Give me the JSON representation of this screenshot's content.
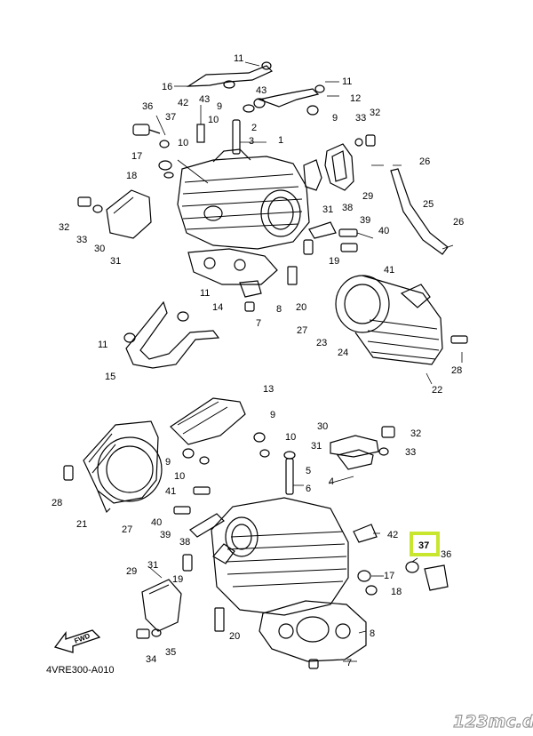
{
  "diagram_code": "4VRE300-A010",
  "watermark": "123mc.dk",
  "fwd_label": "FWD",
  "highlight": {
    "label": "37",
    "color": "#c8e62e"
  },
  "labels": [
    "11",
    "16",
    "43",
    "43",
    "11",
    "12",
    "42",
    "9",
    "10",
    "9",
    "33",
    "32",
    "36",
    "37",
    "2",
    "3",
    "1",
    "10",
    "17",
    "18",
    "26",
    "25",
    "26",
    "32",
    "33",
    "30",
    "31",
    "31",
    "38",
    "39",
    "40",
    "41",
    "19",
    "29",
    "20",
    "7",
    "8",
    "27",
    "23",
    "24",
    "28",
    "22",
    "11",
    "14",
    "11",
    "15",
    "13",
    "9",
    "10",
    "30",
    "32",
    "31",
    "33",
    "9",
    "10",
    "5",
    "6",
    "4",
    "41",
    "40",
    "39",
    "38",
    "28",
    "21",
    "27",
    "42",
    "36",
    "29",
    "31",
    "17",
    "18",
    "19",
    "20",
    "8",
    "34",
    "35",
    "7"
  ]
}
